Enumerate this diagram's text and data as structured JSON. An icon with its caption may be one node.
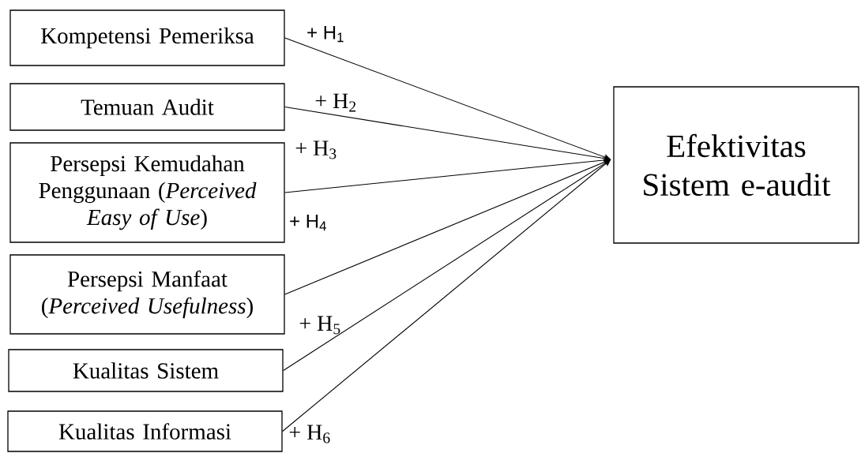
{
  "diagram": {
    "nodes": [
      {
        "text": [
          "Kompetensi  Pemeriksa"
        ]
      },
      {
        "text": [
          "Temuan Audit"
        ]
      },
      {
        "text": [
          "Persepsi Kemudahan Penggunaan (*Perceived Easy of Use*)"
        ]
      },
      {
        "text": [
          "Persepsi Manfaat (*Perceived Usefulness*)"
        ]
      },
      {
        "text": [
          "Kualitas Sistem"
        ]
      },
      {
        "text": [
          "Kualitas Informasi"
        ]
      },
      {
        "text": [
          "Efektivitas Sistem e-audit"
        ]
      }
    ],
    "edges": [
      {
        "from": 0,
        "to": 6,
        "arrow": "to",
        "label": "+ H$_{1}$"
      },
      {
        "from": 1,
        "to": 6,
        "arrow": "to",
        "label": "+ H$_{2}$"
      },
      {
        "from": 2,
        "to": 6,
        "arrow": "to",
        "label": "+ H$_{3}$"
      },
      {
        "from": 3,
        "to": 6,
        "arrow": "to",
        "label": "+ H$_{4}$"
      },
      {
        "from": 4,
        "to": 6,
        "arrow": "to",
        "label": "+ H$_{5}$"
      },
      {
        "from": 5,
        "to": 6,
        "arrow": "to",
        "label": "+ H$_{6}$"
      }
    ]
  }
}
